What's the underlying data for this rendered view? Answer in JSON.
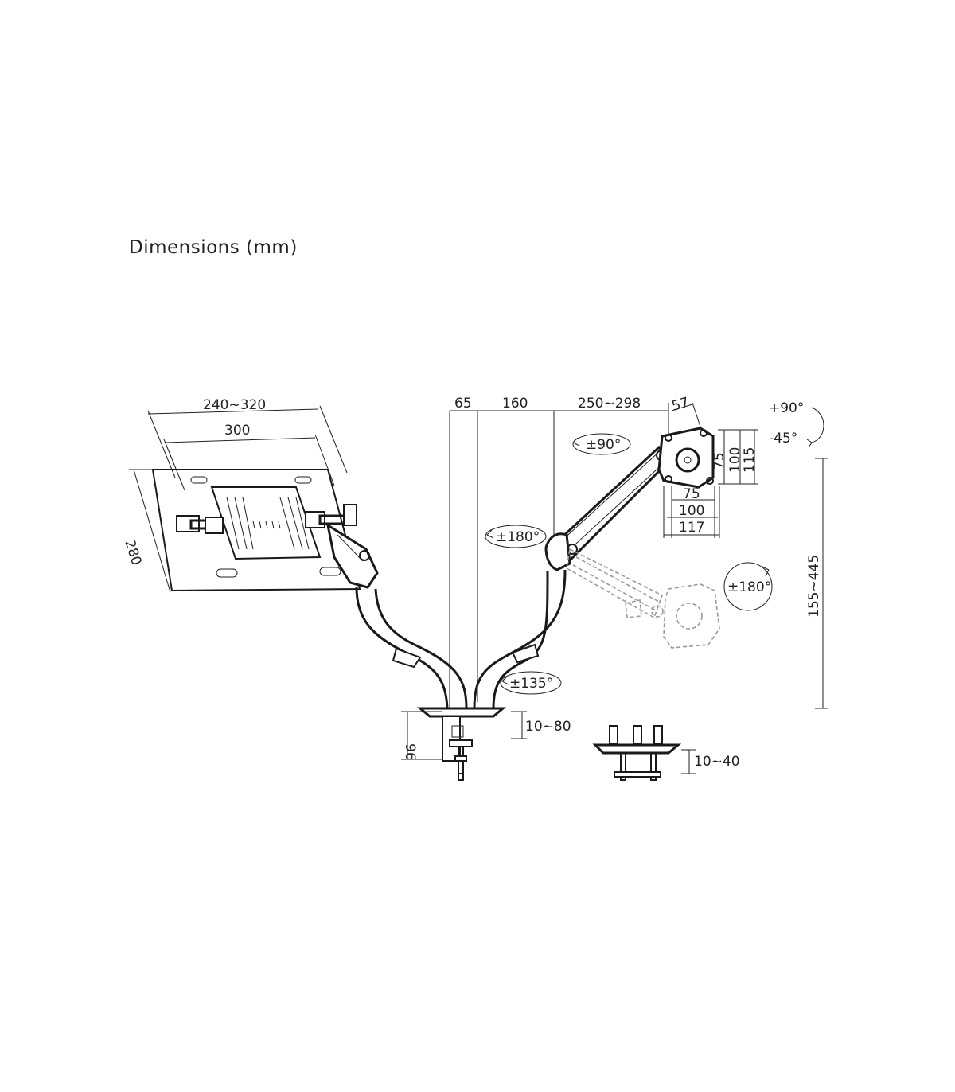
{
  "title": "Dimensions (mm)",
  "dimensions": {
    "tray_width_range": "240~320",
    "tray_inner_width": "300",
    "tray_depth": "280",
    "pole_offset_left": "65",
    "pole_offset_right": "160",
    "arm_length_range": "250~298",
    "vesa_plate_depth": "57",
    "vesa_75": "75",
    "vesa_100": "100",
    "vesa_plate_height": "115",
    "vesa_plate_width": "117",
    "tilt_up": "+90°",
    "tilt_down": "-45°",
    "swivel_head": "±90°",
    "swivel_arm": "±180°",
    "rotation": "±180°",
    "swivel_base": "±135°",
    "height_range": "155~445",
    "clamp_height": "96",
    "clamp_range": "10~80",
    "grommet_range": "10~40"
  }
}
